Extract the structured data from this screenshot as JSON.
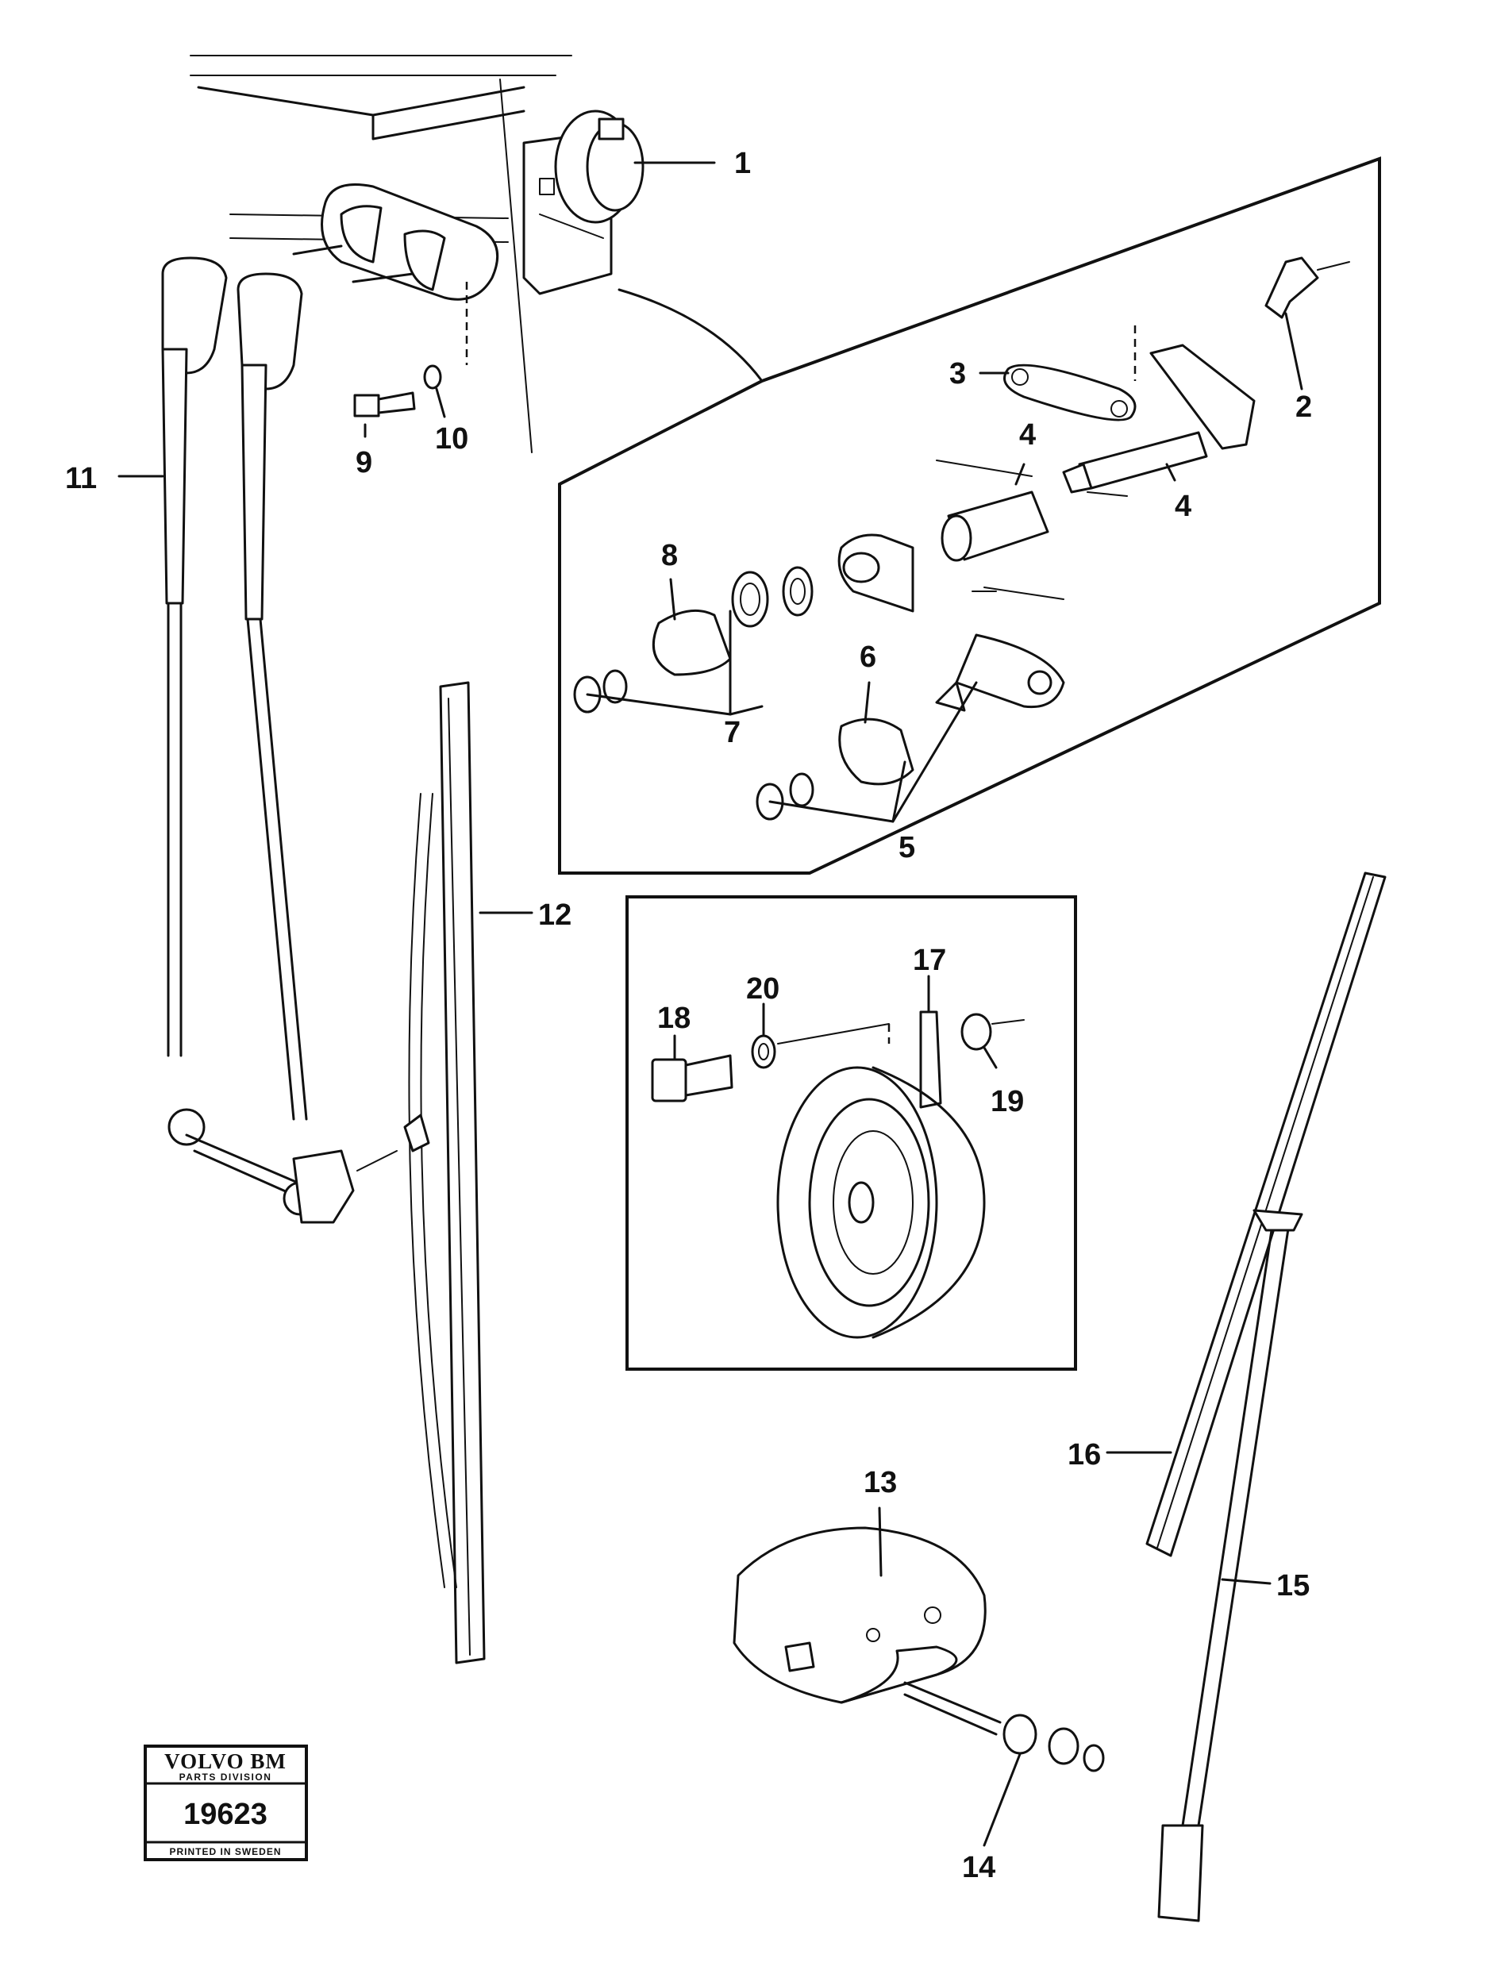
{
  "callouts": {
    "c1": "1",
    "c2": "2",
    "c3": "3",
    "c4a": "4",
    "c4b": "4",
    "c5": "5",
    "c6": "6",
    "c7": "7",
    "c8": "8",
    "c9": "9",
    "c10": "10",
    "c11": "11",
    "c12": "12",
    "c13": "13",
    "c14": "14",
    "c15": "15",
    "c16": "16",
    "c17": "17",
    "c18": "18",
    "c19": "19",
    "c20": "20"
  },
  "stamp": {
    "brand": "VOLVO BM",
    "division": "PARTS DIVISION",
    "number": "19623",
    "footer": "PRINTED IN SWEDEN"
  }
}
